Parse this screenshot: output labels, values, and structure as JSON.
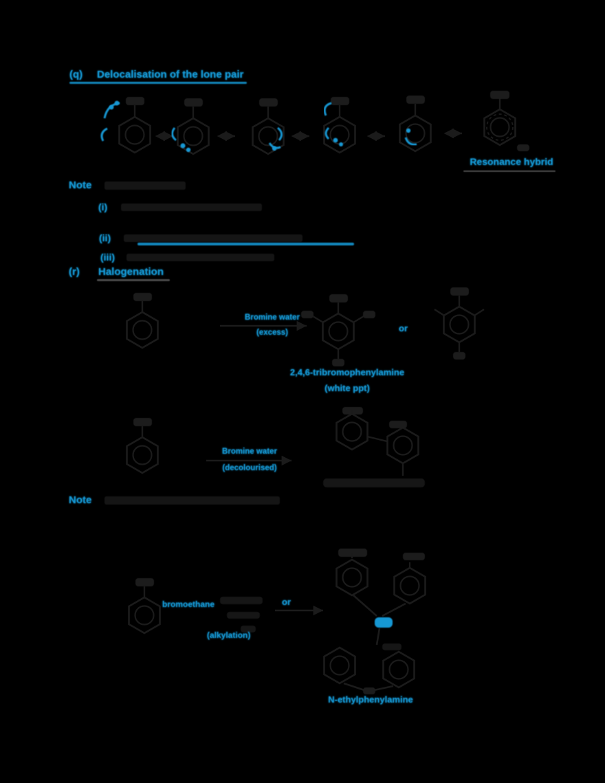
{
  "colors": {
    "background": "#000000",
    "accent": "#1598d4",
    "ink": "#1b1b1b"
  },
  "sections": {
    "q": {
      "label": "(q)",
      "title": "Delocalisation of the lone pair",
      "hybrid_caption": "Resonance hybrid"
    },
    "note1": {
      "label": "Note",
      "items": [
        "(i)",
        "(ii)",
        "(iii)"
      ]
    },
    "r": {
      "label": "(r)",
      "title": "Halogenation",
      "bromination": {
        "reagent": "Bromine water",
        "condition": "(excess)",
        "or_label": "or",
        "product_name": "2,4,6-tribromophenylamine",
        "product_state": "(white ppt)"
      },
      "second_reaction": {
        "reagent": "Bromine water",
        "condition": "(decolourised)"
      }
    },
    "note2": {
      "label": "Note"
    },
    "alkylation": {
      "reagent_name": "bromoethane",
      "step_label": "(alkylation)",
      "or_label": "or",
      "product_name": "N-ethylphenylamine"
    }
  }
}
